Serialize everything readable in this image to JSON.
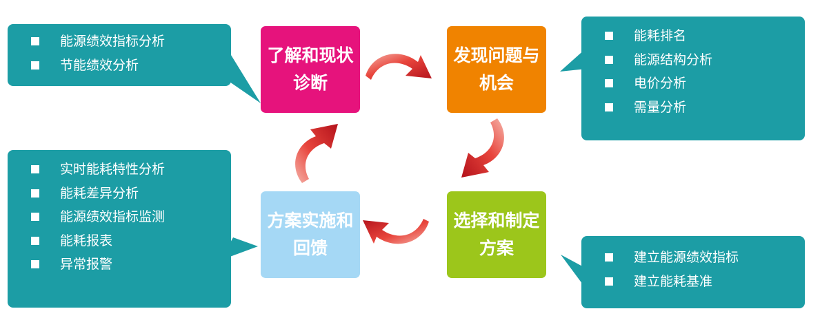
{
  "stages": [
    {
      "id": "diagnose",
      "text": "了解和现状诊断",
      "color": "#e6137c"
    },
    {
      "id": "discover",
      "text": "发现问题与机会",
      "color": "#f08300"
    },
    {
      "id": "plan",
      "text": "选择和制定方案",
      "color": "#9cc61b"
    },
    {
      "id": "implement",
      "text": "方案实施和回馈",
      "color": "#a5d8f5"
    }
  ],
  "callouts": {
    "top_left": [
      "能源绩效指标分析",
      "节能绩效分析"
    ],
    "top_right": [
      "能耗排名",
      "能源结构分析",
      "电价分析",
      "需量分析"
    ],
    "bottom_left": [
      "实时能耗特性分析",
      "能耗差异分析",
      "能源绩效指标监测",
      "能耗报表",
      "异常报警"
    ],
    "bottom_right": [
      "建立能源绩效指标",
      "建立能耗基准"
    ]
  },
  "colors": {
    "callout": "#1c9da5",
    "arrow": "#d6202a"
  }
}
